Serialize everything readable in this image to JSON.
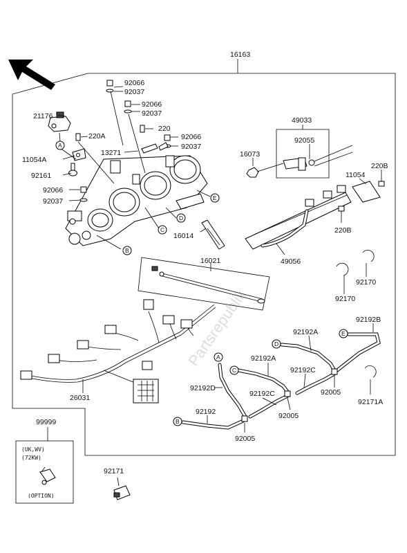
{
  "watermark": "Partsrepublik",
  "labels": {
    "16163": "16163",
    "21176": "21176",
    "11054A": "11054A",
    "92161": "92161",
    "92066_a": "92066",
    "92037_a": "92037",
    "220A": "220A",
    "92066_t1": "92066",
    "92037_t1": "92037",
    "92066_t2": "92066",
    "92037_t2": "92037",
    "220": "220",
    "92066_t3": "92066",
    "92037_t3": "92037",
    "13271": "13271",
    "49033": "49033",
    "92055": "92055",
    "16073": "16073",
    "11054": "11054",
    "220B_a": "220B",
    "220B_b": "220B",
    "16014": "16014",
    "49056": "49056",
    "16021": "16021",
    "92170_a": "92170",
    "92170_b": "92170",
    "26031": "26031",
    "92192B": "92192B",
    "92192A_a": "92192A",
    "92192A_b": "92192A",
    "92192C_a": "92192C",
    "92192C_b": "92192C",
    "92192D": "92192D",
    "92192": "92192",
    "92005_a": "92005",
    "92005_b": "92005",
    "92005_c": "92005",
    "92171A": "92171A",
    "99999": "99999",
    "92171": "92171"
  },
  "callouts": {
    "A_left": "A",
    "B_left": "B",
    "C_left": "C",
    "D_left": "D",
    "E_left": "E",
    "A_hose": "A",
    "B_hose": "B",
    "C_hose": "C",
    "D_hose": "D",
    "E_hose": "E"
  },
  "option_box": {
    "line1": "(UK,WV)",
    "line2": "(72KW)",
    "line3": "(OPTION)"
  }
}
